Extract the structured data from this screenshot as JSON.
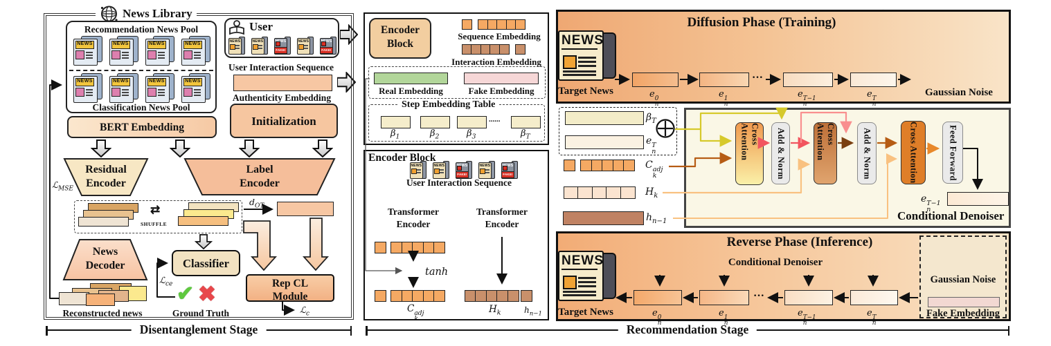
{
  "stage_labels": {
    "left": "Disentanglement Stage",
    "right": "Recommendation Stage"
  },
  "library": {
    "title": "News Library",
    "rec_pool": "Recommendation News Pool",
    "cls_pool": "Classification News Pool",
    "news": "NEWS",
    "fake": "FAKE!"
  },
  "user": {
    "title": "User",
    "sequence": "User Interaction Sequence",
    "authenticity": "Authenticity Embedding"
  },
  "left": {
    "bert": "BERT Embedding",
    "init": "Initialization",
    "residual1": "Residual",
    "residual2": "Encoder",
    "label1": "Label",
    "label2": "Encoder",
    "shuffle": "SHUFFLE",
    "shuffle_icon": "⇄",
    "decoder1": "News",
    "decoder2": "Decoder",
    "classifier": "Classifier",
    "ground_truth": "Ground Truth",
    "reconstructed": "Reconstructed news",
    "repcl1": "Rep CL",
    "repcl2": "Module",
    "check": "✔",
    "cross": "✖"
  },
  "middle": {
    "encoder1": "Encoder",
    "encoder2": "Block",
    "encoder_block": "Encoder Block",
    "seq_emb": "Sequence Embedding",
    "int_emb": "Interaction Embedding",
    "real_emb": "Real Embedding",
    "fake_emb": "Fake Embedding",
    "step_table": "Step Embedding Table",
    "beta_dots": "......",
    "uis": "User Interaction Sequence",
    "transformer1": "Transformer",
    "transformer2": "Encoder",
    "tanh": "tanh"
  },
  "diffusion": {
    "title": "Diffusion Phase (Training)",
    "target": "Target News",
    "gaussian": "Gaussian Noise",
    "dots": "···"
  },
  "denoiser": {
    "title": "Conditional Denoiser",
    "blocks": [
      "Cross Attention",
      "Add & Norm",
      "Cross Attention",
      "Add & Norm",
      "Cross Attention",
      "Feed Forward"
    ]
  },
  "reverse": {
    "title": "Reverse Phase (Inference)",
    "cd": "Conditional Denoiser",
    "target": "Target News",
    "gaussian": "Gaussian Noise",
    "fake_emb": "Fake Embedding",
    "dots": "···"
  },
  "math": {
    "mse": {
      "b": "ℒ",
      "s": "MSE"
    },
    "ce": {
      "b": "ℒ",
      "s": "ce"
    },
    "lc": {
      "b": "ℒ",
      "s": "c"
    },
    "dot": {
      "b": "d",
      "s": "OT"
    },
    "beta1": {
      "b": "β",
      "s": "1"
    },
    "beta2": {
      "b": "β",
      "s": "2"
    },
    "beta3": {
      "b": "β",
      "s": "3"
    },
    "betaT": {
      "b": "β",
      "s": "T"
    },
    "ck": {
      "b": "C",
      "s": "k",
      "p": "adj"
    },
    "hk": {
      "b": "H",
      "s": "k"
    },
    "hn1": {
      "b": "h",
      "s": "n−1"
    },
    "en0": {
      "b": "e",
      "s": "n",
      "p": "0"
    },
    "en1": {
      "b": "e",
      "s": "n",
      "p": "1"
    },
    "enT1": {
      "b": "e",
      "s": "n",
      "p": "T−1"
    },
    "enT": {
      "b": "e",
      "s": "n",
      "p": "T"
    }
  },
  "colors": {
    "panel_orange_left": "#EFA873",
    "panel_orange_right": "#F9E4C8",
    "salmon": "#F6C7A0",
    "bert_fill": "#F6C9A4",
    "init_fill": "#F6C6A0",
    "residual_fill": "#F7E7C4",
    "label_enc_fill": "#F5BE9A",
    "seq_square": "#F5A963",
    "int_square": "#C9906B",
    "real_green": "#B2D69A",
    "fake_pink": "#F6D7D7",
    "step_cream": "#F5EDCB",
    "hk_peach": "#FBE4D0",
    "hn1_brown": "#C08263",
    "cross_attn_dark": "#DF7E28",
    "addnorm_gray": "#EAEAEA",
    "wire_yellow": "#D6C92B",
    "wire_red": "#F2555F",
    "wire_pink": "#F98F8F",
    "wire_dark_orange": "#B65C14",
    "wire_pale_orange": "#F9C180",
    "check_green": "#5FC93E",
    "cross_red": "#E8474B",
    "bell_pink": "#F8CDBD"
  }
}
